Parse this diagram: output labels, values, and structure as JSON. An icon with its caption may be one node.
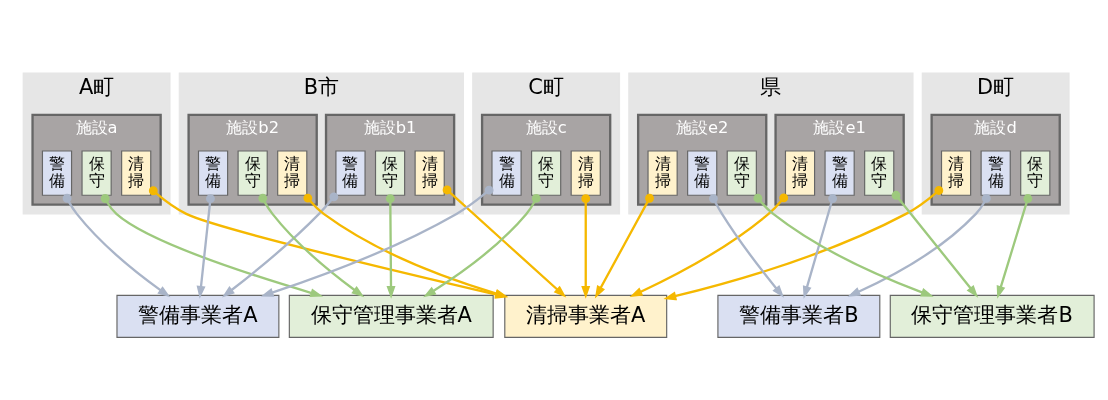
{
  "diagram": {
    "nodes": [
      {
        "text": [
          "A町"
        ]
      },
      {
        "text": [
          "施設a"
        ],
        "in": 0
      },
      {
        "text": [
          "保守"
        ],
        "in": 1
      },
      {
        "text": [
          "清掃"
        ],
        "in": 1
      },
      {
        "text": [
          "警備"
        ],
        "in": 1
      },
      {
        "text": [
          "B市"
        ]
      },
      {
        "text": [
          "施設b1"
        ],
        "in": 5
      },
      {
        "text": [
          "保守"
        ],
        "in": 6
      },
      {
        "text": [
          "清掃"
        ],
        "in": 6
      },
      {
        "text": [
          "警備"
        ],
        "in": 6
      },
      {
        "text": [
          "施設b2"
        ],
        "in": 5
      },
      {
        "text": [
          "保守"
        ],
        "in": 10
      },
      {
        "text": [
          "清掃"
        ],
        "in": 10
      },
      {
        "text": [
          "警備"
        ],
        "in": 10
      },
      {
        "text": [
          "C町"
        ]
      },
      {
        "text": [
          "施設c"
        ],
        "in": 14
      },
      {
        "text": [
          "保守"
        ],
        "in": 15
      },
      {
        "text": [
          "清掃"
        ],
        "in": 15
      },
      {
        "text": [
          "警備"
        ],
        "in": 15
      },
      {
        "text": [
          "D町"
        ]
      },
      {
        "text": [
          "施設d"
        ],
        "in": 19
      },
      {
        "text": [
          "保守"
        ],
        "in": 20
      },
      {
        "text": [
          "清掃"
        ],
        "in": 20
      },
      {
        "text": [
          "警備"
        ],
        "in": 20
      },
      {
        "text": [
          "県"
        ]
      },
      {
        "text": [
          "施設e1"
        ],
        "in": 24
      },
      {
        "text": [
          "保守"
        ],
        "in": 25
      },
      {
        "text": [
          "清掃"
        ],
        "in": 25
      },
      {
        "text": [
          "警備"
        ],
        "in": 25
      },
      {
        "text": [
          "施設e2"
        ],
        "in": 24
      },
      {
        "text": [
          "保守"
        ],
        "in": 29
      },
      {
        "text": [
          "清掃"
        ],
        "in": 29
      },
      {
        "text": [
          "警備"
        ],
        "in": 29
      },
      {
        "text": [
          "保守管理事業者A"
        ]
      },
      {
        "text": [
          "警備事業者A"
        ]
      },
      {
        "text": [
          "清掃事業者A"
        ]
      },
      {
        "text": [
          "保守管理事業者B"
        ]
      },
      {
        "text": [
          "警備事業者B"
        ]
      }
    ],
    "edges": [
      {
        "from": 2,
        "to": 33,
        "arrow": "to",
        "color": "#9dc97d"
      },
      {
        "from": 3,
        "to": 35,
        "arrow": "to",
        "color": "#f5b800"
      },
      {
        "from": 4,
        "to": 34,
        "arrow": "to",
        "color": "#a9b4c8"
      },
      {
        "from": 7,
        "to": 33,
        "arrow": "to",
        "color": "#9dc97d"
      },
      {
        "from": 8,
        "to": 35,
        "arrow": "to",
        "color": "#f5b800"
      },
      {
        "from": 9,
        "to": 34,
        "arrow": "to",
        "color": "#a9b4c8"
      },
      {
        "from": 11,
        "to": 33,
        "arrow": "to",
        "color": "#9dc97d"
      },
      {
        "from": 12,
        "to": 35,
        "arrow": "to",
        "color": "#f5b800"
      },
      {
        "from": 13,
        "to": 34,
        "arrow": "to",
        "color": "#a9b4c8"
      },
      {
        "from": 16,
        "to": 33,
        "arrow": "to",
        "color": "#9dc97d"
      },
      {
        "from": 17,
        "to": 35,
        "arrow": "to",
        "color": "#f5b800"
      },
      {
        "from": 18,
        "to": 34,
        "arrow": "to",
        "color": "#a9b4c8"
      },
      {
        "from": 21,
        "to": 36,
        "arrow": "to",
        "color": "#9dc97d"
      },
      {
        "from": 22,
        "to": 35,
        "arrow": "to",
        "color": "#f5b800"
      },
      {
        "from": 23,
        "to": 37,
        "arrow": "to",
        "color": "#a9b4c8"
      },
      {
        "from": 26,
        "to": 36,
        "arrow": "to",
        "color": "#9dc97d"
      },
      {
        "from": 27,
        "to": 35,
        "arrow": "to",
        "color": "#f5b800"
      },
      {
        "from": 28,
        "to": 37,
        "arrow": "to",
        "color": "#a9b4c8"
      },
      {
        "from": 30,
        "to": 36,
        "arrow": "to",
        "color": "#9dc97d"
      },
      {
        "from": 31,
        "to": 35,
        "arrow": "to",
        "color": "#f5b800"
      },
      {
        "from": 32,
        "to": 37,
        "arrow": "to",
        "color": "#a9b4c8"
      }
    ]
  }
}
